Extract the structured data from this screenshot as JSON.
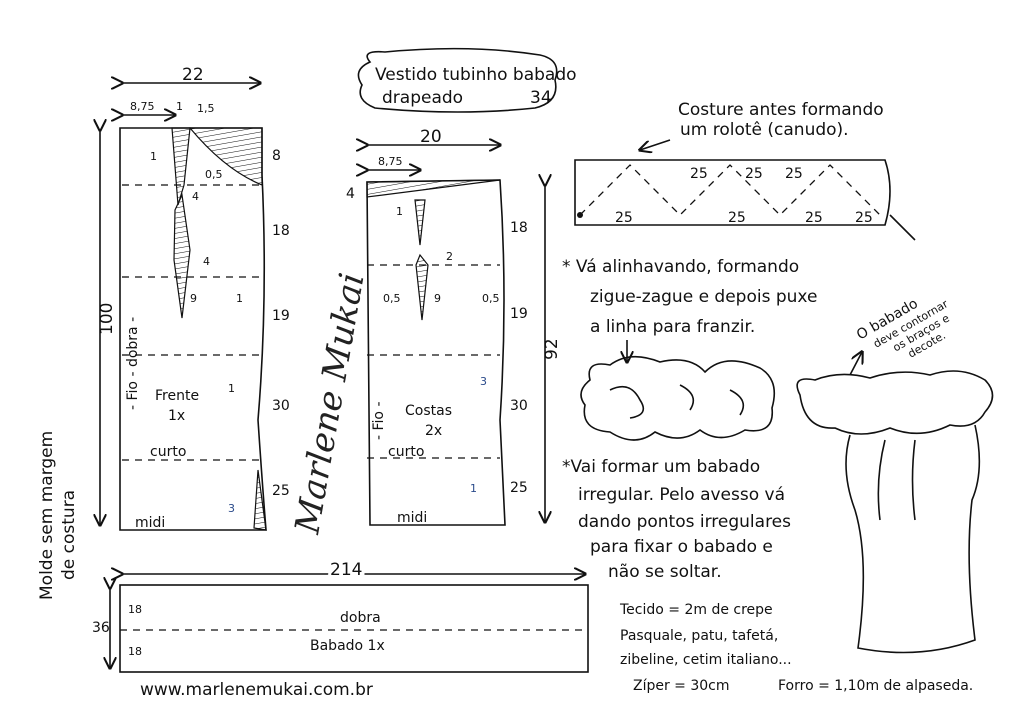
{
  "title": {
    "line1": "Vestido tubinho babado",
    "line2": "drapeado",
    "size": "34"
  },
  "front": {
    "width": "22",
    "top_left": "8,75",
    "top_mid": "1",
    "top_right": "1,5",
    "height": "100",
    "grain": "- Fio - dobra -",
    "name": "Frente",
    "qty": "1x",
    "short": "curto",
    "midi": "midi",
    "side": [
      "8",
      "18",
      "19",
      "30",
      "25"
    ],
    "marks": [
      "1",
      "0,5",
      "4",
      "4",
      "9",
      "1",
      "1",
      "3"
    ]
  },
  "back": {
    "width": "20",
    "top_left": "8,75",
    "top_depth": "4",
    "height": "92",
    "grain": "- Fio -",
    "name": "Costas",
    "qty": "2x",
    "short": "curto",
    "midi": "midi",
    "side": [
      "18",
      "19",
      "30",
      "25"
    ],
    "marks": [
      "1",
      "2",
      "0,5",
      "9",
      "0,5",
      "3",
      "1"
    ]
  },
  "roll": {
    "note_line1": "Costure antes formando",
    "note_line2": "um rolotê (canudo).",
    "top": [
      "25",
      "25",
      "25"
    ],
    "bottom": [
      "25",
      "25",
      "25",
      "25"
    ]
  },
  "notes": {
    "baste": [
      "* Vá alinhavando, formando",
      "zigue-zague e depois puxe",
      "a linha para franzir."
    ],
    "ruffle_hint": [
      "O babado",
      "deve contornar",
      "os braços e",
      "decote."
    ],
    "irregular": [
      "*Vai formar um babado",
      "irregular. Pelo avesso vá",
      "dando pontos irregulares",
      "para fixar o babado e",
      "não se soltar."
    ],
    "fabric": [
      "Tecido = 2m de crepe",
      "Pasquale, patu, tafetá,",
      "zibeline, cetim italiano..."
    ],
    "zipper": "Zíper = 30cm",
    "lining": "Forro = 1,10m de alpaseda."
  },
  "ruffle_piece": {
    "length": "214",
    "height": "36",
    "half1": "18",
    "half2": "18",
    "fold": "dobra",
    "name": "Babado 1x"
  },
  "side_note": [
    "Molde sem margem",
    "de costura"
  ],
  "signature": "Marlene Mukai",
  "website": "www.marlenemukai.com.br"
}
